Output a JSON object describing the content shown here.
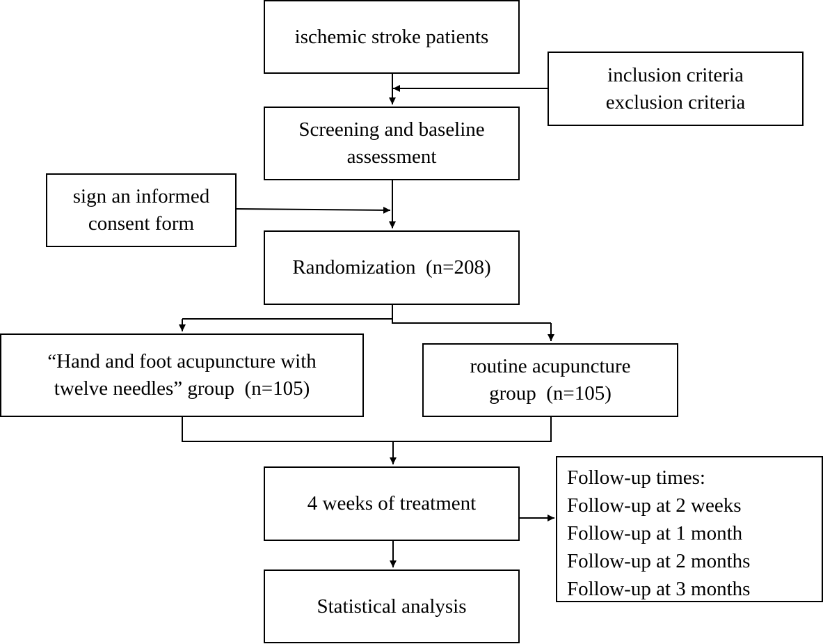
{
  "diagram": {
    "boxes": {
      "patients": {
        "lines": [
          "ischemic stroke patients"
        ]
      },
      "criteria": {
        "lines": [
          "inclusion criteria",
          "exclusion criteria"
        ]
      },
      "screening": {
        "lines": [
          "Screening and baseline",
          "assessment"
        ]
      },
      "consent": {
        "lines": [
          "sign an informed",
          "consent form"
        ]
      },
      "randomization": {
        "lines": [
          "Randomization  (n=208)"
        ]
      },
      "hand_foot_group": {
        "lines": [
          "“Hand and foot acupuncture with",
          "twelve needles” group  (n=105)"
        ]
      },
      "routine_group": {
        "lines": [
          "routine acupuncture",
          "group  (n=105)"
        ]
      },
      "treatment": {
        "lines": [
          "4 weeks of treatment"
        ]
      },
      "followup": {
        "lines": [
          "Follow-up times:",
          "Follow-up at 2 weeks",
          "Follow-up at 1 month",
          "Follow-up at 2 months",
          "Follow-up at 3 months"
        ]
      },
      "analysis": {
        "lines": [
          "Statistical analysis"
        ]
      }
    }
  }
}
